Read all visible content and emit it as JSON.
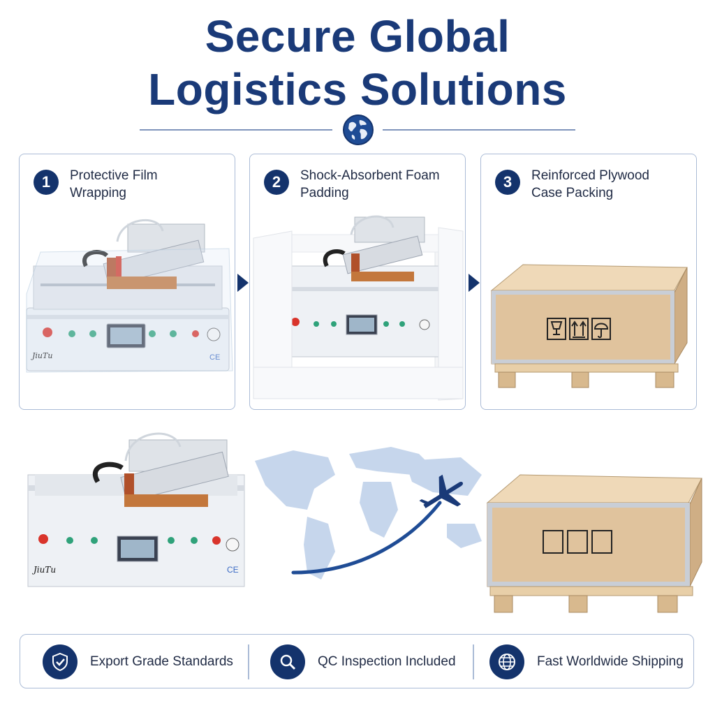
{
  "title": {
    "line1": "Secure Global",
    "line2": "Logistics Solutions"
  },
  "steps": [
    {
      "number": "1",
      "label": "Protective Film Wrapping"
    },
    {
      "number": "2",
      "label": "Shock-Absorbent Foam Padding"
    },
    {
      "number": "3",
      "label": "Reinforced Plywood Case Packing"
    }
  ],
  "machine": {
    "brand": "JiuTu",
    "mark": "CE"
  },
  "features": [
    {
      "label": "Export Grade Standards",
      "icon": "shield-check-icon"
    },
    {
      "label": "QC Inspection Included",
      "icon": "magnifier-icon"
    },
    {
      "label": "Fast Worldwide Shipping",
      "icon": "globe-icon"
    }
  ],
  "colors": {
    "navy": "#14336c",
    "title": "#1a3a78",
    "border": "#aabbd6",
    "wood": "#e0c39d",
    "metal": "#c9ced6"
  }
}
